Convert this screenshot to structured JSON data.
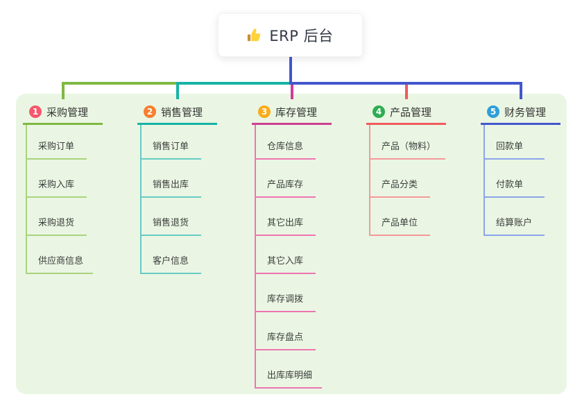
{
  "root": {
    "label": "ERP 后台",
    "icon": "thumbs-up-icon"
  },
  "branches": [
    {
      "index": "1",
      "label": "采购管理",
      "badge_color": "#f8566c",
      "line_color": "#7fb842",
      "child_line_color": "#a9d37e",
      "children": [
        "采购订单",
        "采购入库",
        "采购退货",
        "供应商信息"
      ]
    },
    {
      "index": "2",
      "label": "销售管理",
      "badge_color": "#f87e2f",
      "line_color": "#16b3a6",
      "child_line_color": "#66cbc3",
      "children": [
        "销售订单",
        "销售出库",
        "销售退货",
        "客户信息"
      ]
    },
    {
      "index": "3",
      "label": "库存管理",
      "badge_color": "#fbab1b",
      "line_color": "#ce3e93",
      "child_line_color": "#ef74b1",
      "children": [
        "仓库信息",
        "产品库存",
        "其它出库",
        "其它入库",
        "库存调拨",
        "库存盘点",
        "出库库明细"
      ]
    },
    {
      "index": "4",
      "label": "产品管理",
      "badge_color": "#2ead53",
      "line_color": "#f15a5d",
      "child_line_color": "#f4989a",
      "children": [
        "产品（物料）",
        "产品分类",
        "产品单位"
      ]
    },
    {
      "index": "5",
      "label": "财务管理",
      "badge_color": "#2d9fd9",
      "line_color": "#4356cd",
      "child_line_color": "#8ba4ea",
      "children": [
        "回款单",
        "付款单",
        "结算账户"
      ]
    }
  ],
  "colors": {
    "page_bg": "#ffffff",
    "panel_bg": "#eaf6e3",
    "connector_blue": "#4356cd",
    "root_text": "#333a45",
    "thumb_hand": "#fdd23a",
    "thumb_sleeve": "#c98f2e"
  }
}
